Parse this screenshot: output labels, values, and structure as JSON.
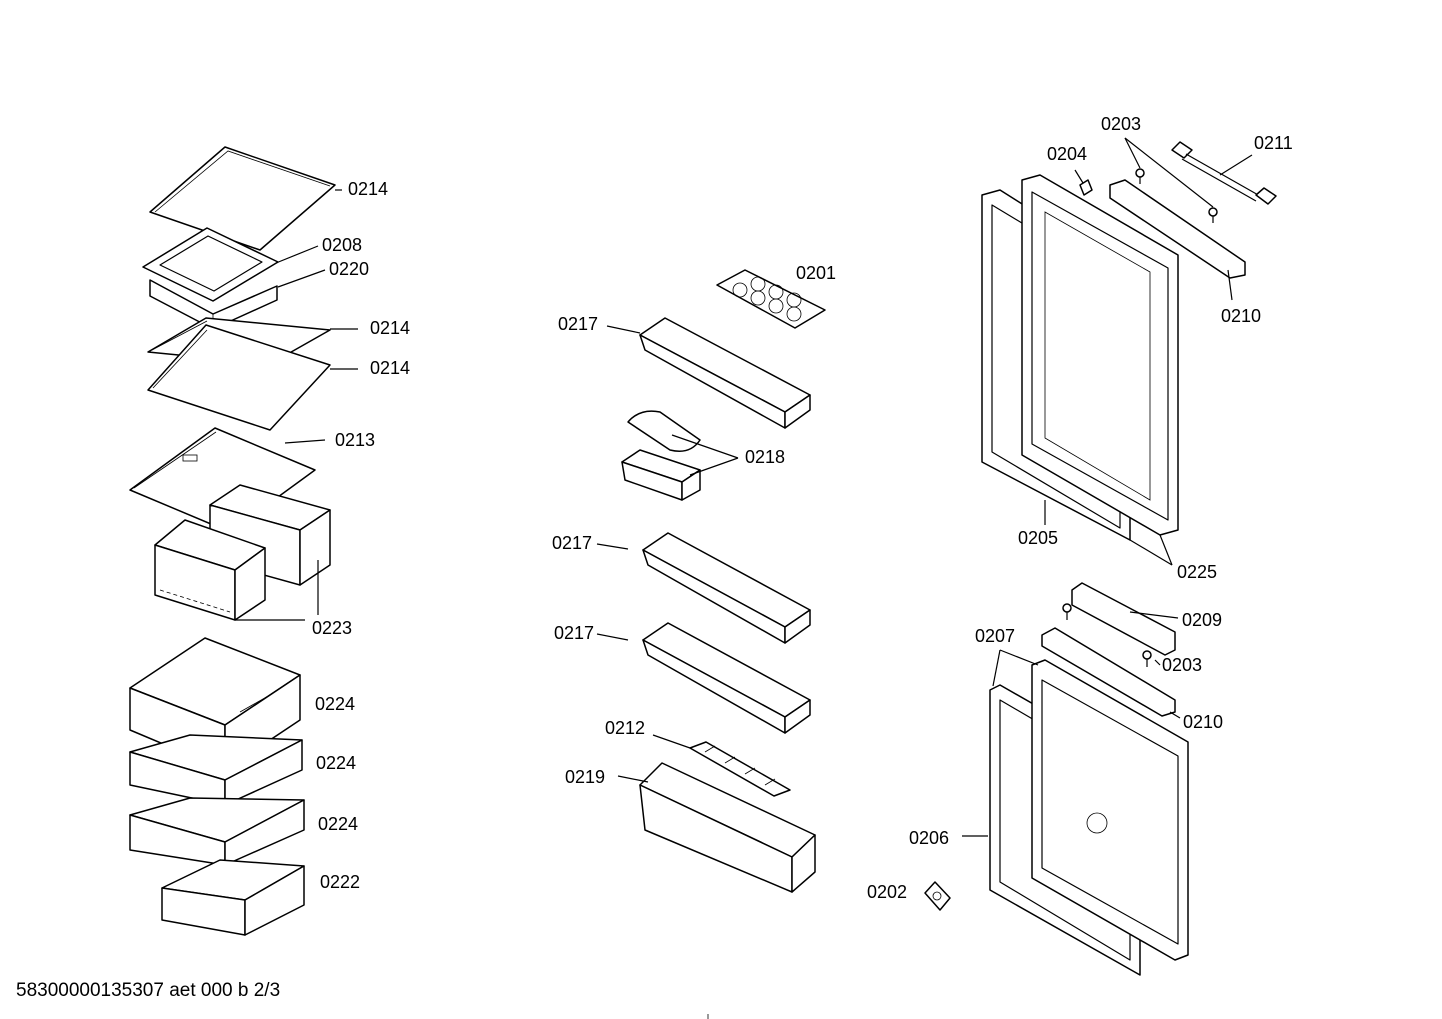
{
  "footer": {
    "code": "58300000135307 aet 000 b 2/3"
  },
  "callouts": [
    {
      "id": "0214"
    },
    {
      "id": "0208"
    },
    {
      "id": "0220"
    },
    {
      "id": "0214"
    },
    {
      "id": "0214"
    },
    {
      "id": "0213"
    },
    {
      "id": "0223"
    },
    {
      "id": "0224"
    },
    {
      "id": "0224"
    },
    {
      "id": "0224"
    },
    {
      "id": "0222"
    },
    {
      "id": "0201"
    },
    {
      "id": "0217"
    },
    {
      "id": "0218"
    },
    {
      "id": "0217"
    },
    {
      "id": "0217"
    },
    {
      "id": "0212"
    },
    {
      "id": "0219"
    },
    {
      "id": "0203"
    },
    {
      "id": "0204"
    },
    {
      "id": "0211"
    },
    {
      "id": "0210"
    },
    {
      "id": "0205"
    },
    {
      "id": "0225"
    },
    {
      "id": "0209"
    },
    {
      "id": "0207"
    },
    {
      "id": "0203"
    },
    {
      "id": "0210"
    },
    {
      "id": "0206"
    },
    {
      "id": "0202"
    }
  ]
}
